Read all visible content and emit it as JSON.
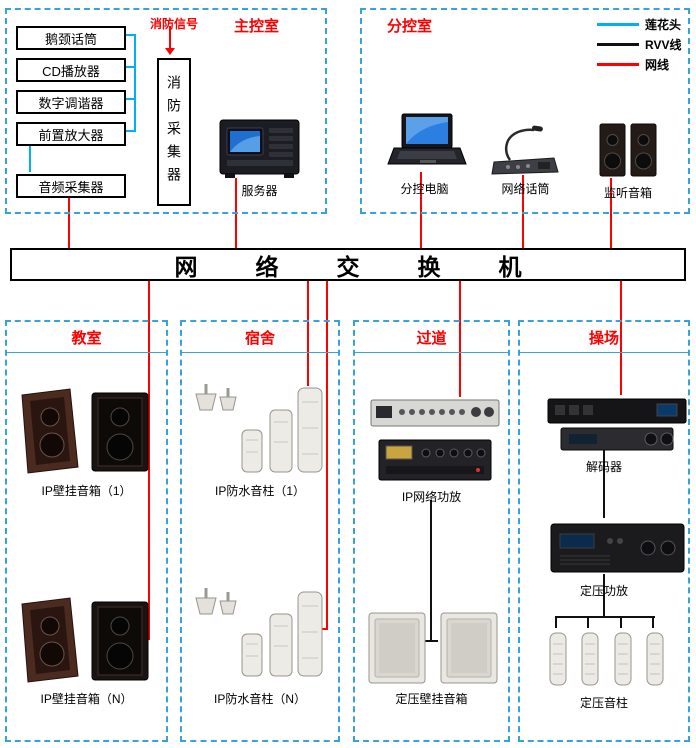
{
  "main_control_room": {
    "title": "主控室",
    "fire_signal": "消防信号",
    "fire_collector": "消防采集器",
    "devices": [
      {
        "label": "鹅颈话筒"
      },
      {
        "label": "CD播放器"
      },
      {
        "label": "数字调谐器"
      },
      {
        "label": "前置放大器"
      },
      {
        "label": "音频采集器"
      }
    ],
    "server": "服务器"
  },
  "sub_control_room": {
    "title": "分控室",
    "computer": "分控电脑",
    "network_mic": "网络话筒",
    "monitor_speaker": "监听音箱"
  },
  "legend": {
    "items": [
      {
        "label": "莲花头",
        "color": "#00b0f0"
      },
      {
        "label": "RVV线",
        "color": "#000000"
      },
      {
        "label": "网线",
        "color": "#fe0000"
      }
    ]
  },
  "network_switch": "网络交换机",
  "zones": {
    "classroom": {
      "title": "教室",
      "speaker_1": "IP壁挂音箱（1）",
      "speaker_n": "IP壁挂音箱（N）"
    },
    "dormitory": {
      "title": "宿舍",
      "column_1": "IP防水音柱（1）",
      "column_n": "IP防水音柱（N）"
    },
    "corridor": {
      "title": "过道",
      "amplifier": "IP网络功放",
      "speaker": "定压壁挂音箱"
    },
    "playground": {
      "title": "操场",
      "decoder": "解码器",
      "amplifier": "定压功放",
      "column": "定压音柱"
    }
  },
  "colors": {
    "box_border": "#35a3dc",
    "title_red": "#fe0000",
    "net_cable": "#fe0000",
    "rvv_cable": "#101010",
    "rca_cable": "#00b0f0"
  }
}
